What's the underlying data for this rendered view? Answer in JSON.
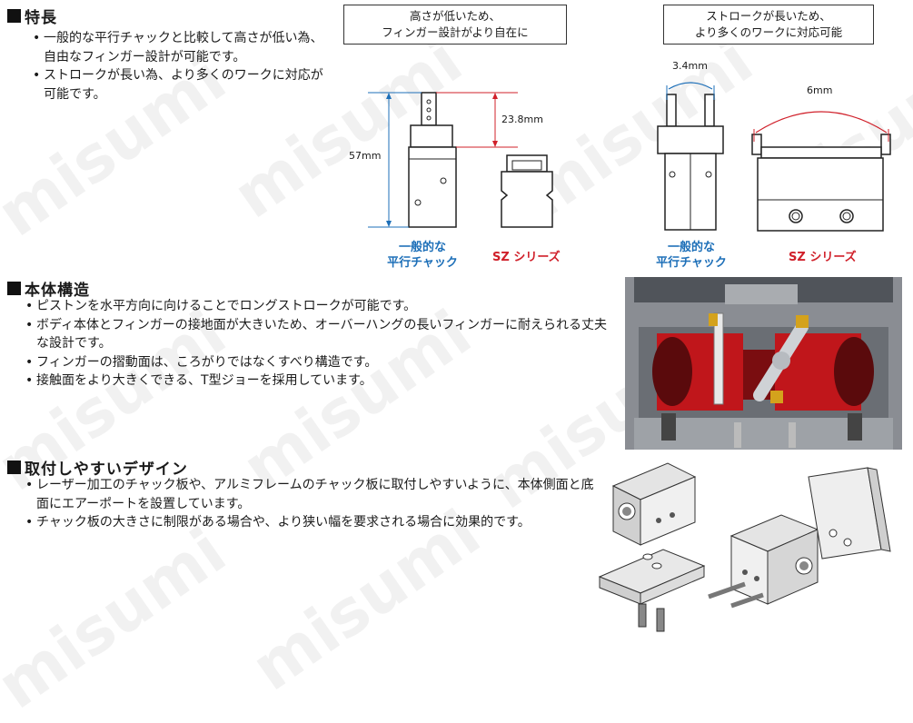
{
  "watermark": "misumi",
  "features": {
    "title": "特長",
    "items": [
      "一般的な平行チャックと比較して高さが低い為、自由なフィンガー設計が可能です。",
      "ストロークが長い為、より多くのワークに対応が可能です。"
    ]
  },
  "diagram_left": {
    "box_text": [
      "高さが低いため、",
      "フィンガー設計がより自在に"
    ],
    "dim_height": "57mm",
    "dim_diff": "23.8mm",
    "caption_general": [
      "一般的な",
      "平行チャック"
    ],
    "caption_sz": "SZ シリーズ"
  },
  "diagram_right": {
    "box_text": [
      "ストロークが長いため、",
      "より多くのワークに対応可能"
    ],
    "dim_stroke_general": "3.4mm",
    "dim_stroke_sz": "6mm",
    "caption_general": [
      "一般的な",
      "平行チャック"
    ],
    "caption_sz": "SZ シリーズ"
  },
  "structure": {
    "title": "本体構造",
    "items": [
      "ピストンを水平方向に向けることでロングストロークが可能です。",
      "ボディ本体とフィンガーの接地面が大きいため、オーバーハングの長いフィンガーに耐えられる丈夫な設計です。",
      "フィンガーの摺動面は、ころがりではなくすべり構造です。",
      "接触面をより大きくできる、T型ジョーを採用しています。"
    ]
  },
  "mounting": {
    "title": "取付しやすいデザイン",
    "items": [
      "レーザー加工のチャック板や、アルミフレームのチャック板に取付しやすいように、本体側面と底面にエアーポートを設置しています。",
      "チャック板の大きさに制限がある場合や、より狭い幅を要求される場合に効果的です。"
    ]
  },
  "colors": {
    "blue": "#1d6fb8",
    "red": "#d0202a"
  }
}
